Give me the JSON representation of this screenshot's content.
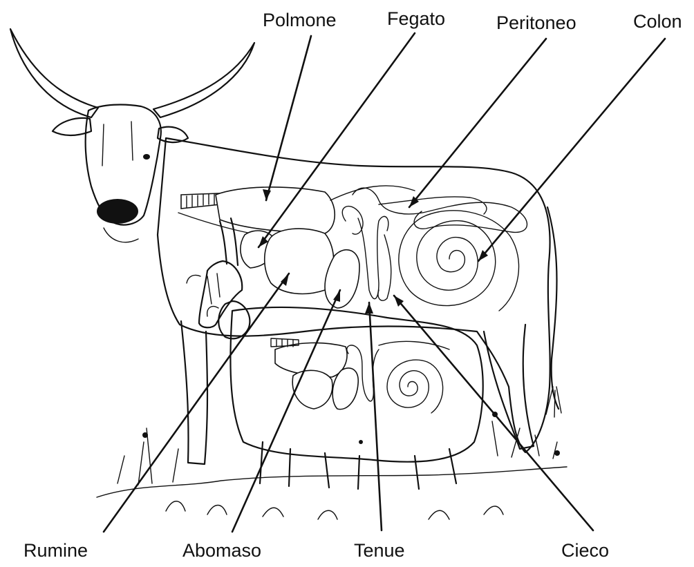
{
  "diagram": {
    "labels": {
      "polmone": "Polmone",
      "fegato": "Fegato",
      "peritoneo": "Peritoneo",
      "colon": "Colon",
      "rumine": "Rumine",
      "abomaso": "Abomaso",
      "tenue": "Tenue",
      "cieco": "Cieco"
    },
    "colors": {
      "ink": "#111111",
      "paper": "#ffffff"
    }
  }
}
